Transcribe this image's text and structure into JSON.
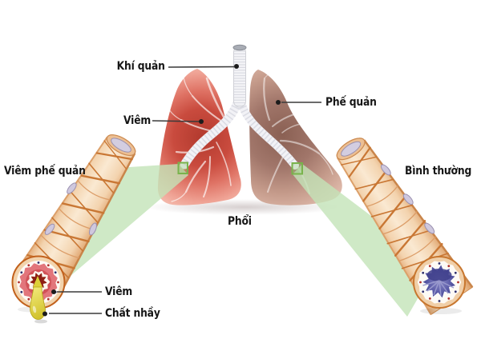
{
  "diagram": {
    "labels": {
      "trachea": "Khí quản",
      "lung_inflammation": "Viêm",
      "bronchus": "Phế quản",
      "bronchitis": "Viêm phế quản",
      "normal": "Bình thường",
      "lungs": "Phổi",
      "tube_inflammation": "Viêm",
      "mucus": "Chất nhầy"
    },
    "colors": {
      "inflamed_lung_red": "#c0463a",
      "healthy_lung_brown": "#a1766a",
      "magnifier_green": "#c3e3b8",
      "bronchus_wall_tan": "#f3d3ae",
      "muscle_band_orange": "#c97734",
      "inflamed_lumen_red": "#8e1f14",
      "normal_lumen_blue": "#5353a0",
      "mucus_yellow": "#ddd03a",
      "label_text": "#161616"
    }
  }
}
